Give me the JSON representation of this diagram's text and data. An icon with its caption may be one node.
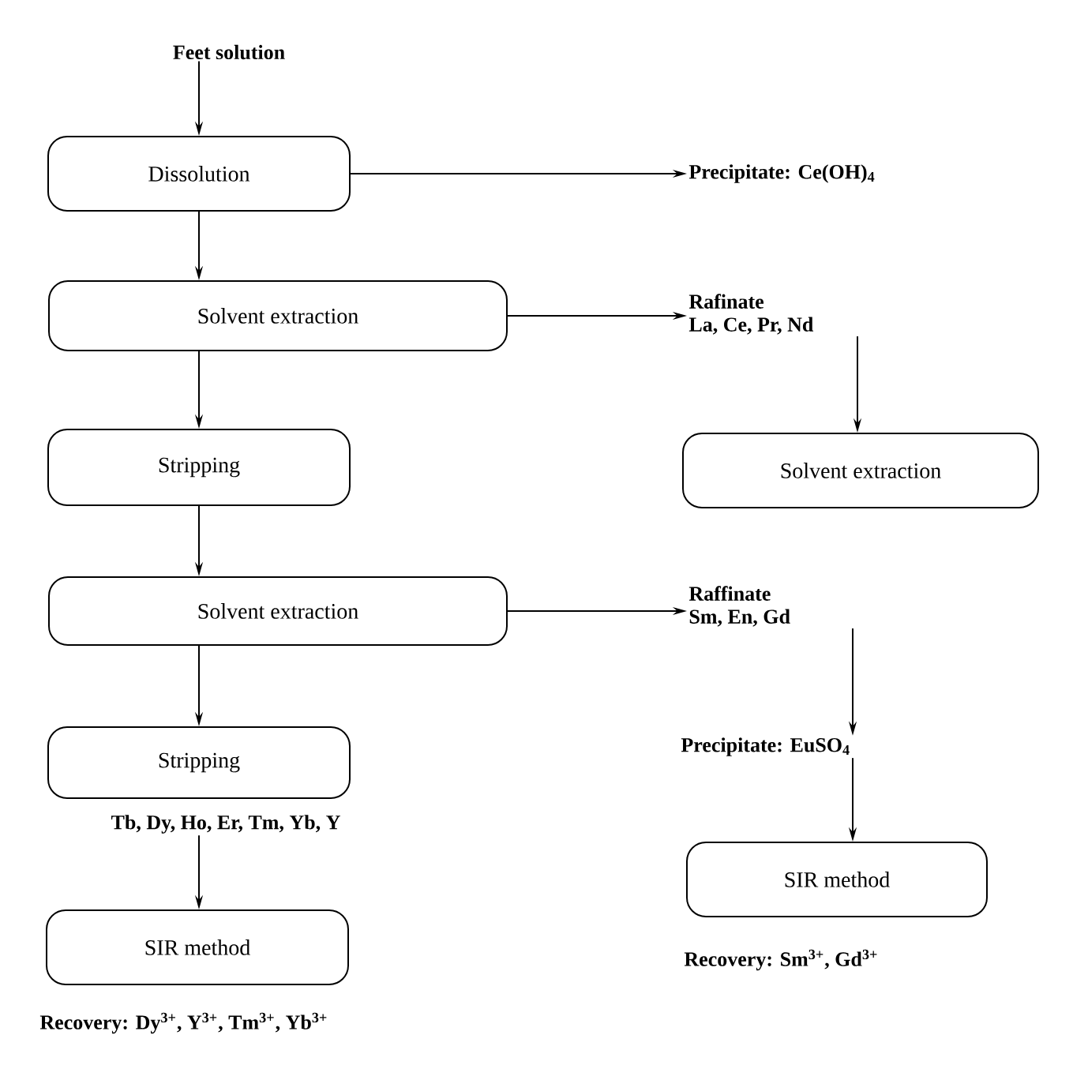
{
  "diagram": {
    "nodes": [
      {
        "text": [
          "Feet solution"
        ]
      },
      {
        "text": [
          "Dissolution"
        ]
      },
      {
        "text": [
          "Precipitate: Ce(OH)$_{4}$"
        ]
      },
      {
        "text": [
          "Solvent extraction"
        ]
      },
      {
        "text": [
          "Rafinate",
          "La, Ce, Pr, Nd"
        ]
      },
      {
        "text": [
          "Solvent extraction"
        ]
      },
      {
        "text": [
          "Stripping"
        ]
      },
      {
        "text": [
          "Solvent extraction"
        ]
      },
      {
        "text": [
          "Raffinate",
          "Sm, En, Gd"
        ]
      },
      {
        "text": [
          "Precipitate: EuSO$_{4}$"
        ]
      },
      {
        "text": [
          "SIR method"
        ],
        "beside": [
          "Recovery: Sm$^{3+}$, Gd$^{3+}$"
        ]
      },
      {
        "text": [
          "Stripping"
        ]
      },
      {
        "text": [
          "Tb, Dy, Ho, Er, Tm, Yb, Y"
        ]
      },
      {
        "text": [
          "SIR method"
        ],
        "beside": [
          "Recovery: Dy$^{3+}$, Y$^{3+}$, Tm$^{3+}$,  Yb$^{3+}$"
        ]
      }
    ],
    "edges": [
      {
        "from": 0,
        "to": 1,
        "arrow": "to"
      },
      {
        "from": 1,
        "to": 2,
        "arrow": "to"
      },
      {
        "from": 1,
        "to": 3,
        "arrow": "to"
      },
      {
        "from": 3,
        "to": 4,
        "arrow": "to"
      },
      {
        "from": 4,
        "to": 5,
        "arrow": "to"
      },
      {
        "from": 3,
        "to": 6,
        "arrow": "to"
      },
      {
        "from": 6,
        "to": 7,
        "arrow": "to"
      },
      {
        "from": 7,
        "to": 8,
        "arrow": "to"
      },
      {
        "from": 7,
        "to": 11,
        "arrow": "to"
      },
      {
        "from": 8,
        "to": 9,
        "arrow": "to"
      },
      {
        "from": 9,
        "to": 10,
        "arrow": "to"
      },
      {
        "from": 12,
        "to": 13,
        "arrow": "to"
      }
    ]
  }
}
